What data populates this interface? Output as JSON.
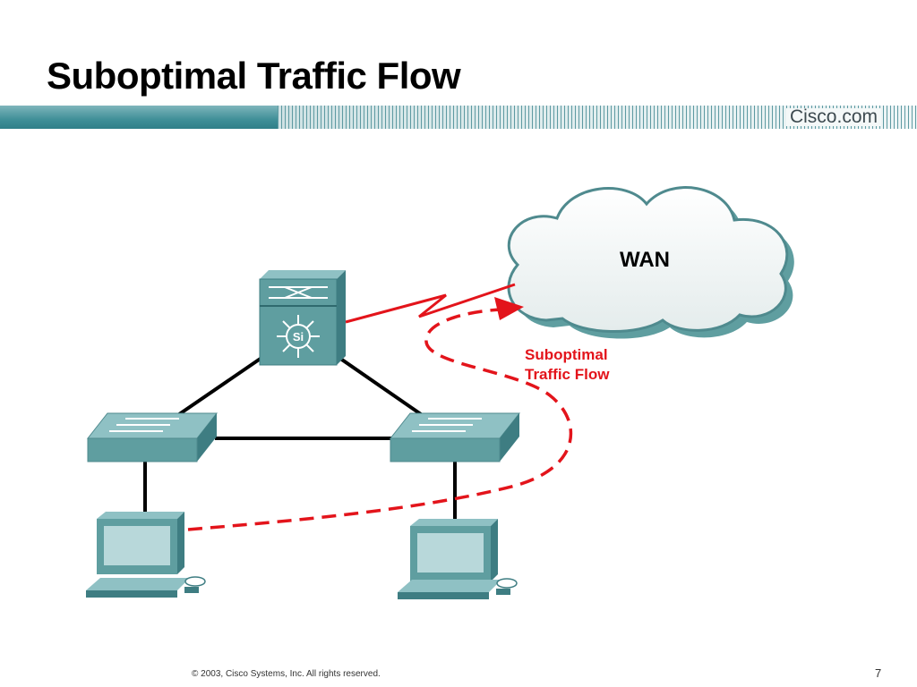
{
  "title": "Suboptimal Traffic Flow",
  "banner": {
    "logo": "Cisco.com"
  },
  "diagram": {
    "wan_label": "WAN",
    "annotation_line1": "Suboptimal",
    "annotation_line2": "Traffic Flow",
    "multilayer_switch_badge": "Si",
    "flow_color": "#e3141b",
    "device_color": "#5f9ea0"
  },
  "footer": {
    "copyright": "© 2003, Cisco Systems, Inc. All rights reserved.",
    "page_number": "7"
  }
}
